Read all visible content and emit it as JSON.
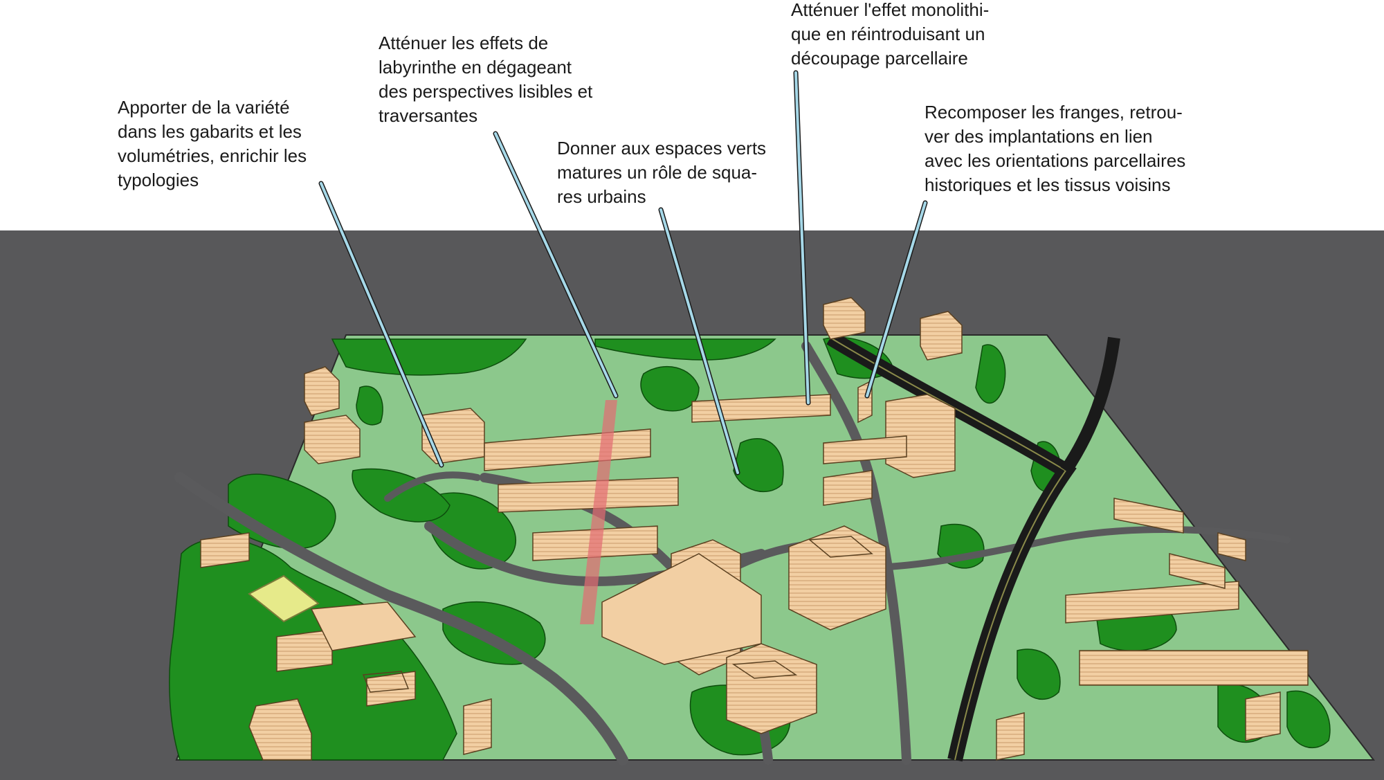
{
  "annotations": [
    {
      "id": "variety",
      "lines": [
        "Apporter de la variété",
        "dans les gabarits et les",
        "volumétries, enrichir les",
        "typologies"
      ]
    },
    {
      "id": "labyrinth",
      "lines": [
        "Atténuer les effets de",
        "labyrinthe en dégageant",
        "des perspectives lisibles et",
        "traversantes"
      ]
    },
    {
      "id": "green-spaces",
      "lines": [
        "Donner aux espaces verts",
        "matures un rôle de squa-",
        "res urbains"
      ]
    },
    {
      "id": "monolithic",
      "lines": [
        "Atténuer l'effet monolithi-",
        "que en réintroduisant un",
        "découpage parcellaire"
      ]
    },
    {
      "id": "fringes",
      "lines": [
        "Recomposer les franges, retrou-",
        "ver des implantations en lien",
        "avec les orientations parcellaires",
        "historiques et les tissus voisins"
      ]
    }
  ],
  "colors": {
    "backdrop": "#58585a",
    "ground": "#8cc88c",
    "dense_vegetation": "#1f8f1f",
    "building": "#f2cfa3",
    "building_shadow": "#d9ad7c",
    "road": "#5a5a5c",
    "pointer_line": "#a6d8e8",
    "perspective_axis": "#e26b72",
    "square": "#e6ea8a"
  },
  "icons": [
    "callout-arrow-icon"
  ]
}
